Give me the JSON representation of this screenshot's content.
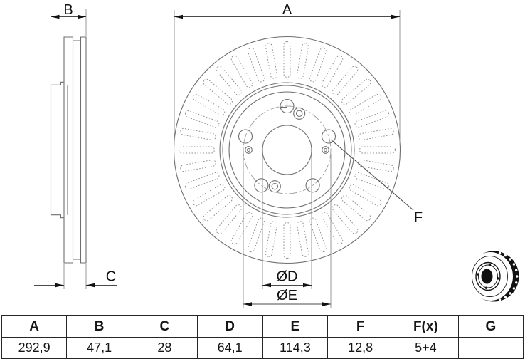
{
  "drawing": {
    "labels": {
      "a": "A",
      "b": "B",
      "c": "C",
      "f": "F",
      "d_dia": "ØD",
      "e_dia": "ØE"
    }
  },
  "table": {
    "headers": [
      "A",
      "B",
      "C",
      "D",
      "E",
      "F",
      "F(x)",
      "G"
    ],
    "values": [
      "292,9",
      "47,1",
      "28",
      "64,1",
      "114,3",
      "12,8",
      "5+4",
      ""
    ]
  },
  "icons": {
    "product_thumbnail": "brake-disc-3d"
  },
  "colors": {
    "background": "#ffffff",
    "drawing_line": "#6f6f6f",
    "dimension_text": "#111111",
    "table_border": "#262626"
  }
}
